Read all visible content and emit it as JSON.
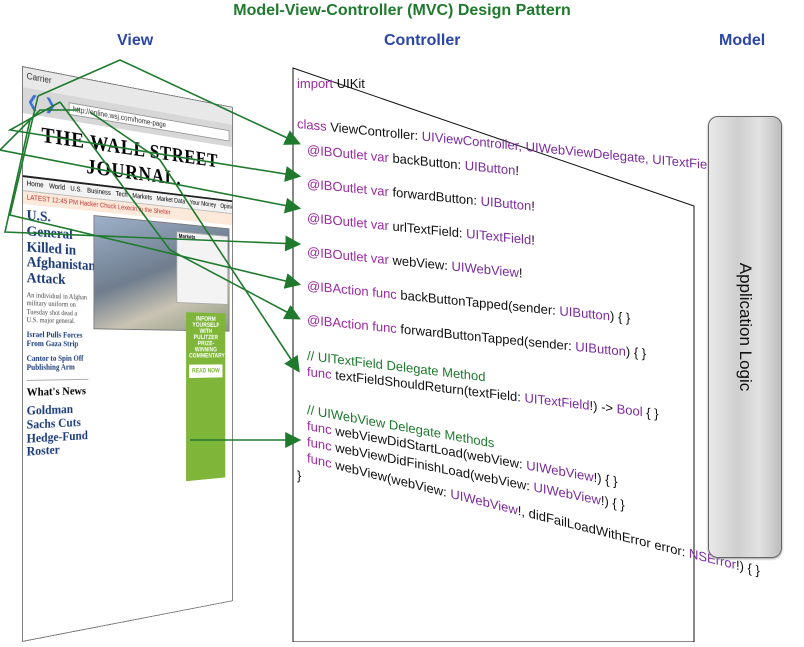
{
  "title": "Model-View-Controller (MVC) Design Pattern",
  "columns": {
    "view": "View",
    "controller": "Controller",
    "model": "Model"
  },
  "model_label": "Application Logic",
  "view_screen": {
    "carrier": "Carrier",
    "url": "http://online.wsj.com/home-page",
    "masthead": "THE WALL STREET JOURNAL.",
    "menu": [
      "Home",
      "World",
      "U.S.",
      "Business",
      "Tech",
      "Markets",
      "Market Data",
      "Your Money",
      "Opinion"
    ],
    "latest": "LATEST   12:45 PM  Hacker Chuck Lexecin in the Shelter",
    "headline": "U.S. General Killed in Afghanistan Attack",
    "sub1": "Israel Pulls Forces From Gaza Strip",
    "sub2": "Cantor to Spin Off Publishing Arm",
    "whats_news": "What's News",
    "goldman": "Goldman Sachs Cuts Hedge-Fund Roster",
    "markets": "Markets",
    "ad_text": "INFORM YOURSELF WITH PULITZER PRIZE-WINNING COMMENTARY",
    "ad_button": "READ NOW"
  },
  "code": [
    {
      "parts": [
        {
          "t": "import ",
          "c": "kw"
        },
        {
          "t": "UIKit",
          "c": "pl"
        }
      ]
    },
    {
      "parts": [
        {
          "t": "class ",
          "c": "kw"
        },
        {
          "t": "ViewController: ",
          "c": "pl"
        },
        {
          "t": "UIViewController, UIWebViewDelegate, UITextFieldDelegate",
          "c": "ty"
        },
        {
          "t": " {",
          "c": "pl"
        }
      ]
    },
    {
      "parts": [
        {
          "t": "@IBOutlet var ",
          "c": "kw"
        },
        {
          "t": "backButton: ",
          "c": "pl"
        },
        {
          "t": "UIButton",
          "c": "ty"
        },
        {
          "t": "!",
          "c": "pl"
        }
      ]
    },
    {
      "parts": [
        {
          "t": "@IBOutlet var ",
          "c": "kw"
        },
        {
          "t": "forwardButton: ",
          "c": "pl"
        },
        {
          "t": "UIButton",
          "c": "ty"
        },
        {
          "t": "!",
          "c": "pl"
        }
      ]
    },
    {
      "parts": [
        {
          "t": "@IBOutlet var ",
          "c": "kw"
        },
        {
          "t": "urlTextField: ",
          "c": "pl"
        },
        {
          "t": "UITextField",
          "c": "ty"
        },
        {
          "t": "!",
          "c": "pl"
        }
      ]
    },
    {
      "parts": [
        {
          "t": "@IBOutlet var ",
          "c": "kw"
        },
        {
          "t": "webView: ",
          "c": "pl"
        },
        {
          "t": "UIWebView",
          "c": "ty"
        },
        {
          "t": "!",
          "c": "pl"
        }
      ]
    },
    {
      "parts": [
        {
          "t": "@IBAction func ",
          "c": "kw"
        },
        {
          "t": "backButtonTapped(sender: ",
          "c": "pl"
        },
        {
          "t": "UIButton",
          "c": "ty"
        },
        {
          "t": ") { }",
          "c": "pl"
        }
      ]
    },
    {
      "parts": [
        {
          "t": "@IBAction func ",
          "c": "kw"
        },
        {
          "t": "forwardButtonTapped(sender: ",
          "c": "pl"
        },
        {
          "t": "UIButton",
          "c": "ty"
        },
        {
          "t": ") { }",
          "c": "pl"
        }
      ]
    },
    {
      "parts": [
        {
          "t": "// UITextField Delegate Method",
          "c": "cm"
        }
      ]
    },
    {
      "parts": [
        {
          "t": "func ",
          "c": "kw"
        },
        {
          "t": "textFieldShouldReturn(textField: ",
          "c": "pl"
        },
        {
          "t": "UITextField",
          "c": "ty"
        },
        {
          "t": "!) -> ",
          "c": "pl"
        },
        {
          "t": "Bool",
          "c": "ty"
        },
        {
          "t": " { }",
          "c": "pl"
        }
      ]
    },
    {
      "parts": [
        {
          "t": "// UIWebView Delegate Methods",
          "c": "cm"
        }
      ]
    },
    {
      "parts": [
        {
          "t": "func ",
          "c": "kw"
        },
        {
          "t": "webViewDidStartLoad(webView: ",
          "c": "pl"
        },
        {
          "t": "UIWebView",
          "c": "ty"
        },
        {
          "t": "!) { }",
          "c": "pl"
        }
      ]
    },
    {
      "parts": [
        {
          "t": "func ",
          "c": "kw"
        },
        {
          "t": "webViewDidFinishLoad(webView: ",
          "c": "pl"
        },
        {
          "t": "UIWebView",
          "c": "ty"
        },
        {
          "t": "!) { }",
          "c": "pl"
        }
      ]
    },
    {
      "parts": [
        {
          "t": "func ",
          "c": "kw"
        },
        {
          "t": "webView(webView: ",
          "c": "pl"
        },
        {
          "t": "UIWebView",
          "c": "ty"
        },
        {
          "t": "!, didFailLoadWithError  error: ",
          "c": "pl"
        },
        {
          "t": "NSError",
          "c": "ty"
        },
        {
          "t": "!) { }",
          "c": "pl"
        }
      ]
    },
    {
      "parts": [
        {
          "t": "}",
          "c": "pl"
        }
      ]
    }
  ]
}
